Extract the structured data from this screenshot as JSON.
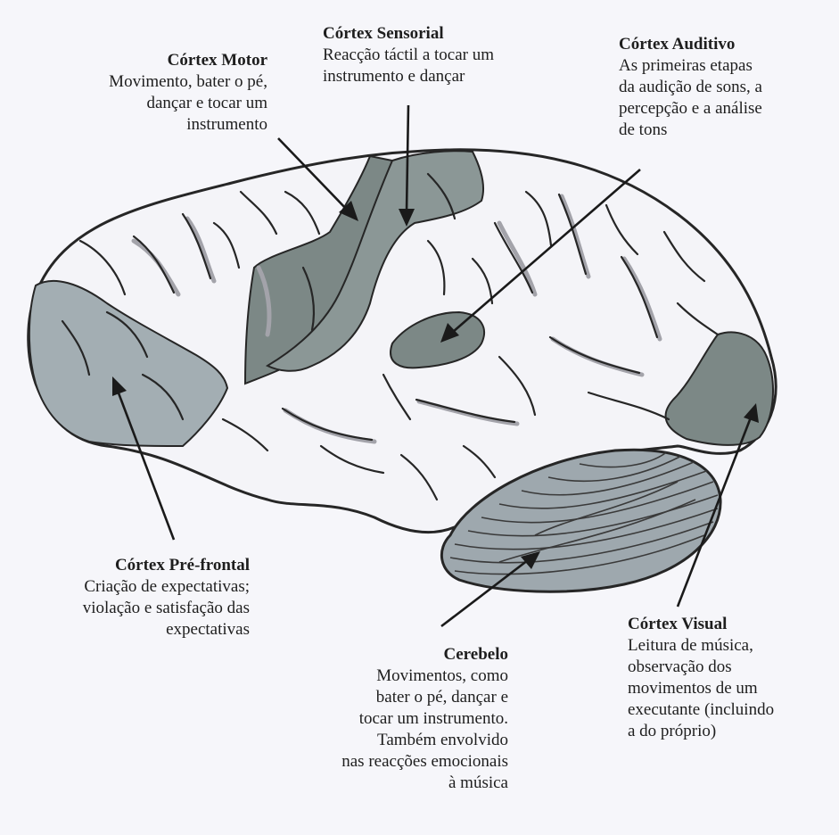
{
  "colors": {
    "background": "#f6f6fa",
    "brain_fill": "#f4f4f8",
    "outline": "#262626",
    "region_dark": "#7c8886",
    "region_light": "#a3aeb3",
    "cerebellum": "#9ea8ae",
    "sulci_shadow": "#a3a3aa"
  },
  "regions": {
    "motor": {
      "title": "Córtex Motor",
      "lines": [
        "Movimento, bater o pé,",
        "dançar e tocar um",
        "instrumento"
      ]
    },
    "sensorial": {
      "title": "Córtex Sensorial",
      "lines": [
        "Reacção táctil a tocar um",
        "instrumento e dançar"
      ]
    },
    "auditivo": {
      "title": "Córtex Auditivo",
      "lines": [
        "As primeiras etapas",
        "da audição de sons, a",
        "percepção e a análise",
        "de tons"
      ]
    },
    "prefrontal": {
      "title": "Córtex Pré-frontal",
      "lines": [
        "Criação de expectativas;",
        "violação e satisfação das",
        "expectativas"
      ]
    },
    "cerebelo": {
      "title": "Cerebelo",
      "lines": [
        "Movimentos, como",
        "bater o pé, dançar e",
        "tocar um instrumento.",
        "Também envolvido",
        "nas reacções emocionais",
        "à música"
      ]
    },
    "visual": {
      "title": "Córtex Visual",
      "lines": [
        "Leitura de música,",
        "observação dos",
        "movimentos de um",
        "executante (incluindo",
        "a do próprio)"
      ]
    }
  }
}
